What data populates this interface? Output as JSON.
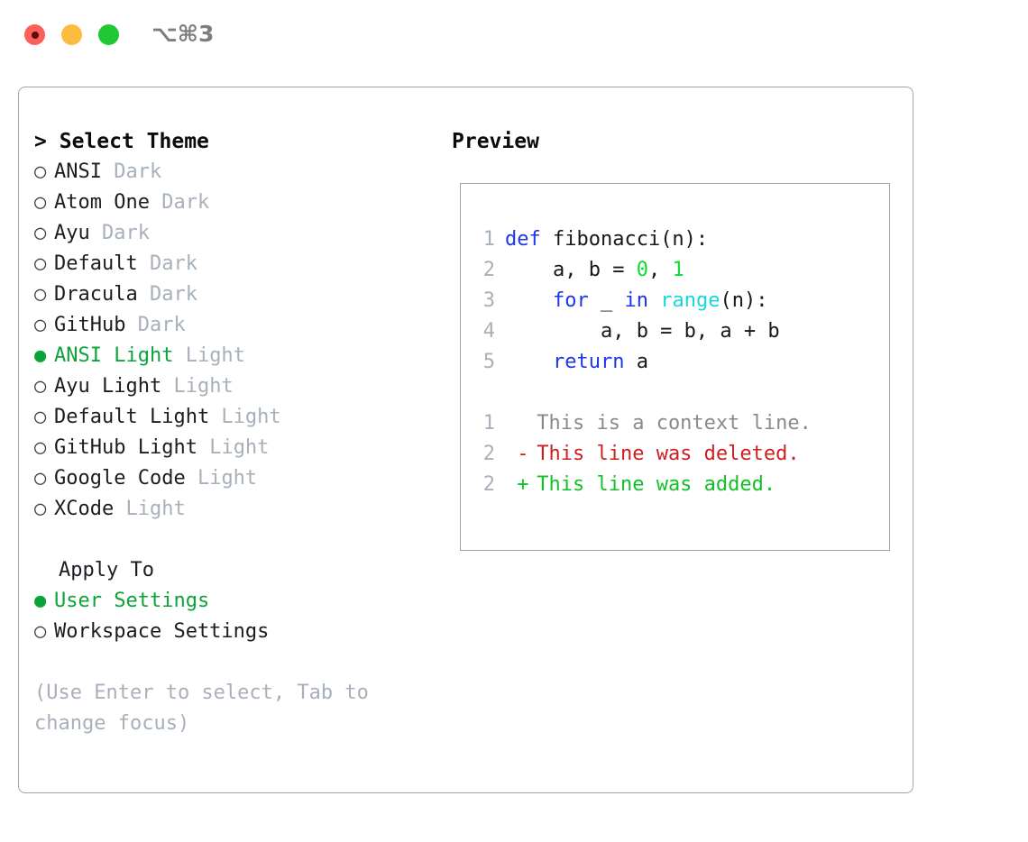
{
  "window": {
    "title": "⌥⌘3",
    "controls": [
      {
        "name": "close-button",
        "color": "#fc6058"
      },
      {
        "name": "minimize-button",
        "color": "#fdbc40"
      },
      {
        "name": "maximize-button",
        "color": "#20c934"
      }
    ]
  },
  "left": {
    "prompt": ">",
    "heading": "Select Theme",
    "themes": [
      {
        "selected": false,
        "marker": "○",
        "name": "ANSI",
        "kind": "Dark"
      },
      {
        "selected": false,
        "marker": "○",
        "name": "Atom One",
        "kind": "Dark"
      },
      {
        "selected": false,
        "marker": "○",
        "name": "Ayu",
        "kind": "Dark"
      },
      {
        "selected": false,
        "marker": "○",
        "name": "Default",
        "kind": "Dark"
      },
      {
        "selected": false,
        "marker": "○",
        "name": "Dracula",
        "kind": "Dark"
      },
      {
        "selected": false,
        "marker": "○",
        "name": "GitHub",
        "kind": "Dark"
      },
      {
        "selected": true,
        "marker": "●",
        "name": "ANSI Light",
        "kind": "Light"
      },
      {
        "selected": false,
        "marker": "○",
        "name": "Ayu Light",
        "kind": "Light"
      },
      {
        "selected": false,
        "marker": "○",
        "name": "Default Light",
        "kind": "Light"
      },
      {
        "selected": false,
        "marker": "○",
        "name": "GitHub Light",
        "kind": "Light"
      },
      {
        "selected": false,
        "marker": "○",
        "name": "Google Code",
        "kind": "Light"
      },
      {
        "selected": false,
        "marker": "○",
        "name": "XCode",
        "kind": "Light"
      }
    ],
    "apply_to_heading": "Apply To",
    "apply_to_options": [
      {
        "selected": true,
        "marker": "●",
        "name": "User Settings"
      },
      {
        "selected": false,
        "marker": "○",
        "name": "Workspace Settings"
      }
    ],
    "hint": "(Use Enter to select, Tab to change focus)"
  },
  "right": {
    "heading": "Preview",
    "code_lines": [
      {
        "num": "1",
        "tokens": [
          {
            "text": "def ",
            "type": "kw"
          },
          {
            "text": "fibonacci(n):",
            "type": "plain"
          }
        ]
      },
      {
        "num": "2",
        "tokens": [
          {
            "text": "    a, b = ",
            "type": "plain"
          },
          {
            "text": "0",
            "type": "num"
          },
          {
            "text": ", ",
            "type": "plain"
          },
          {
            "text": "1",
            "type": "num"
          }
        ]
      },
      {
        "num": "3",
        "tokens": [
          {
            "text": "    ",
            "type": "plain"
          },
          {
            "text": "for",
            "type": "kw"
          },
          {
            "text": " _ ",
            "type": "plain"
          },
          {
            "text": "in",
            "type": "kw"
          },
          {
            "text": " ",
            "type": "plain"
          },
          {
            "text": "range",
            "type": "builtin"
          },
          {
            "text": "(n):",
            "type": "plain"
          }
        ]
      },
      {
        "num": "4",
        "tokens": [
          {
            "text": "        a, b = b, a + b",
            "type": "plain"
          }
        ]
      },
      {
        "num": "5",
        "tokens": [
          {
            "text": "    ",
            "type": "plain"
          },
          {
            "text": "return",
            "type": "kw"
          },
          {
            "text": " a",
            "type": "plain"
          }
        ]
      }
    ],
    "diff_lines": [
      {
        "num": "1",
        "mark": " ",
        "text": "This is a context line.",
        "type": "context"
      },
      {
        "num": "2",
        "mark": "-",
        "text": "This line was deleted.",
        "type": "deleted"
      },
      {
        "num": "2",
        "mark": "+",
        "text": "This line was added.",
        "type": "added"
      }
    ]
  },
  "colors": {
    "accent_green": "#0ca33a",
    "muted": "#a7b0bb",
    "border": "#9aa4b2",
    "keyword_blue": "#1c36e8",
    "number_green": "#0ddb31",
    "builtin_cyan": "#18d8d8",
    "diff_red": "#cc2020",
    "diff_green": "#11c227"
  }
}
